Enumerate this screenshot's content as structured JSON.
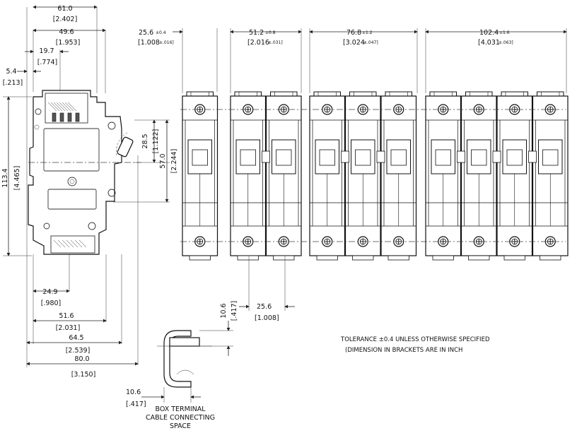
{
  "side_view": {
    "overall_width": {
      "mm": "61.0",
      "in": "[2.402]"
    },
    "width_49": {
      "mm": "49.6",
      "in": "[1.953]"
    },
    "width_19": {
      "mm": "19.7",
      "in": "[.774]"
    },
    "offset_5": {
      "mm": "5.4",
      "in": "[.213]"
    },
    "height_113": {
      "mm": "113.4",
      "in": "[4.465]"
    },
    "height_28": {
      "mm": "28.5",
      "in": "[1.122]"
    },
    "height_57": {
      "mm": "57.0",
      "in": "[2.244]"
    },
    "width_24": {
      "mm": "24.9",
      "in": "[.980]"
    },
    "width_51": {
      "mm": "51.6",
      "in": "[2.031]"
    },
    "width_64": {
      "mm": "64.5",
      "in": "[2.539]"
    },
    "width_80": {
      "mm": "80.0",
      "in": "[3.150]"
    }
  },
  "front_views": [
    {
      "poles": 1,
      "mm": "25.6",
      "tol": "±0.4",
      "in": "[1.008",
      "in_tol": "±.016]"
    },
    {
      "poles": 2,
      "mm": "51.2",
      "tol": "±0.8",
      "in": "[2.016",
      "in_tol": "±.031]"
    },
    {
      "poles": 3,
      "mm": "76.8",
      "tol": "±1.2",
      "in": "[3.024",
      "in_tol": "±.047]"
    },
    {
      "poles": 4,
      "mm": "102.4",
      "tol": "±1.6",
      "in": "[4.031",
      "in_tol": "±.063]"
    }
  ],
  "pitch": {
    "mm": "25.6",
    "in": "[1.008]"
  },
  "box_terminal": {
    "height": {
      "mm": "10.6",
      "in": "[.417]"
    },
    "width": {
      "mm": "10.6",
      "in": "[.417]"
    },
    "caption": [
      "BOX TERMINAL",
      "CABLE CONNECTING",
      "SPACE"
    ]
  },
  "notes": [
    "TOLERANCE ±0.4 UNLESS OTHERWISE SPECIFIED",
    "(DIMENSION IN BRACKETS ARE IN INCH"
  ]
}
